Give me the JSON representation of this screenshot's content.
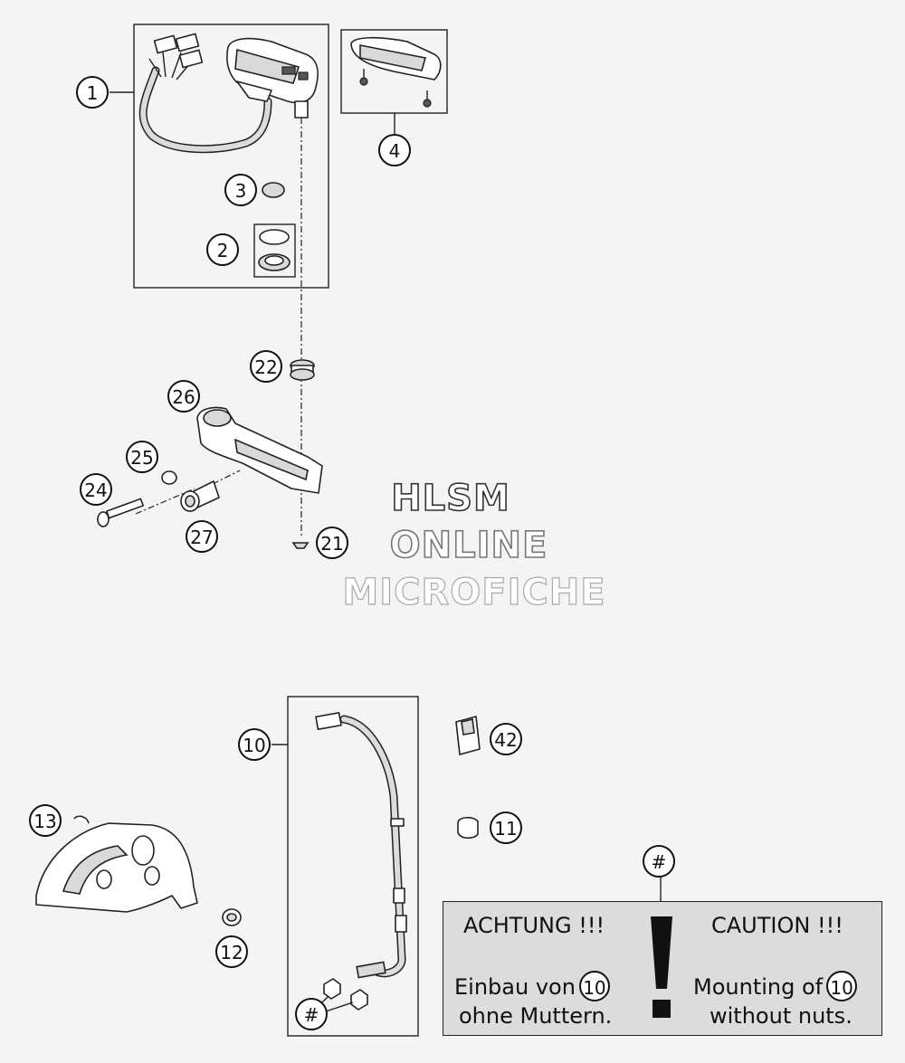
{
  "callouts": [
    {
      "id": "1",
      "label": "1"
    },
    {
      "id": "2",
      "label": "2"
    },
    {
      "id": "3",
      "label": "3"
    },
    {
      "id": "4",
      "label": "4"
    },
    {
      "id": "10",
      "label": "10"
    },
    {
      "id": "11",
      "label": "11"
    },
    {
      "id": "12",
      "label": "12"
    },
    {
      "id": "13",
      "label": "13"
    },
    {
      "id": "21",
      "label": "21"
    },
    {
      "id": "22",
      "label": "22"
    },
    {
      "id": "24",
      "label": "24"
    },
    {
      "id": "25",
      "label": "25"
    },
    {
      "id": "26",
      "label": "26"
    },
    {
      "id": "27",
      "label": "27"
    },
    {
      "id": "42",
      "label": "42"
    },
    {
      "id": "hash-top",
      "label": "#"
    },
    {
      "id": "hash-bottom",
      "label": "#"
    }
  ],
  "watermark": {
    "line1": "HLSM",
    "line2": "ONLINE",
    "line3": "MICROFICHE"
  },
  "caution": {
    "de_heading": "ACHTUNG !!!",
    "en_heading": "CAUTION !!!",
    "de_line1": "Einbau von",
    "de_line2": "ohne Muttern.",
    "en_line1": "Mounting of",
    "en_line2": "without nuts.",
    "ref": "10"
  },
  "icons": {
    "warning": "exclamation-icon"
  }
}
